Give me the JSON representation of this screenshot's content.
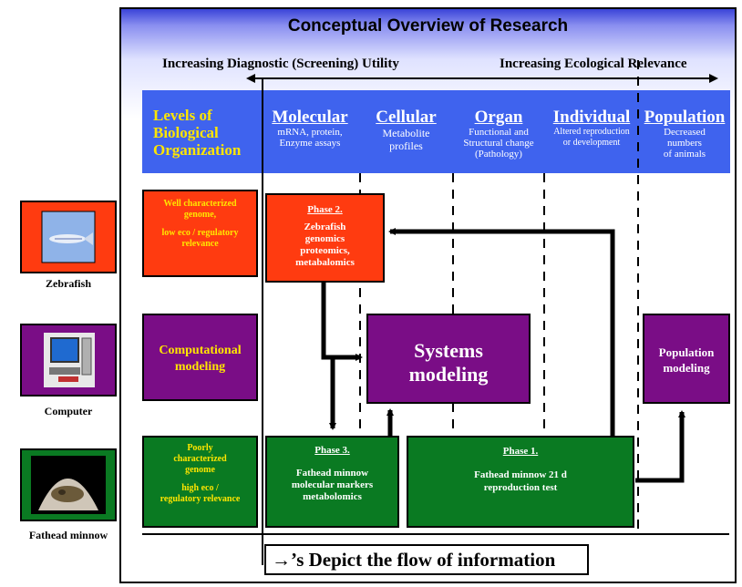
{
  "title": "Conceptual Overview of Research",
  "top_labels": {
    "left": "Increasing Diagnostic (Screening) Utility",
    "right": "Increasing Ecological Relevance"
  },
  "header": {
    "levels_label": [
      "Levels of",
      "Biological",
      "Organization"
    ],
    "columns": [
      {
        "heading": "Molecular",
        "sub": [
          "mRNA, protein,",
          "Enzyme assays"
        ]
      },
      {
        "heading": "Cellular",
        "sub": [
          "Metabolite",
          "profiles"
        ]
      },
      {
        "heading": "Organ",
        "sub": [
          "Functional and",
          "Structural change",
          "(Pathology)"
        ]
      },
      {
        "heading": "Individual",
        "sub": [
          "Altered reproduction",
          "or development"
        ]
      },
      {
        "heading": "Population",
        "sub": [
          "Decreased",
          "numbers",
          "of animals"
        ]
      }
    ]
  },
  "rows": {
    "zebrafish": {
      "desc": [
        "Well characterized",
        "genome,",
        "",
        "low eco / regulatory",
        "relevance"
      ],
      "phase_title": "Phase 2.",
      "phase_body": [
        "Zebrafish",
        "genomics",
        "proteomics,",
        "metabalomics"
      ],
      "side_label": "Zebrafish"
    },
    "computer": {
      "desc": [
        "Computational",
        "modeling"
      ],
      "systems": [
        "Systems",
        "modeling"
      ],
      "population": [
        "Population",
        "modeling"
      ],
      "side_label": "Computer"
    },
    "fathead": {
      "desc": [
        "Poorly",
        "characterized",
        "genome",
        "",
        "high eco /",
        "regulatory relevance"
      ],
      "phase3_title": "Phase 3.",
      "phase3_body": [
        "Fathead minnow",
        "molecular markers",
        "metabolomics"
      ],
      "phase1_title": "Phase 1.",
      "phase1_body": [
        "Fathead minnow 21 d",
        "reproduction test"
      ],
      "side_label": "Fathead minnow"
    }
  },
  "legend": "→’s Depict the flow of information",
  "icons": [
    "zebrafish-photo-icon",
    "computer-photo-icon",
    "fathead-minnow-photo-icon",
    "double-arrow-icon"
  ],
  "colors": {
    "header_blue": "#3f63ee",
    "red": "#ff3b10",
    "green": "#0a7a22",
    "purple": "#7a0d86",
    "yellow_text": "#ffe600"
  }
}
